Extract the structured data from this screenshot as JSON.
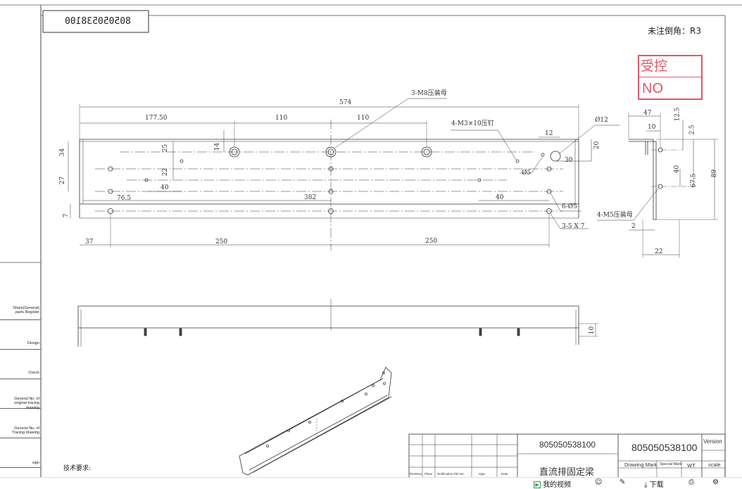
{
  "drawing_number_box": "805050538100",
  "corner_note": "未注倒角：R3",
  "stamp": {
    "line1": "受控",
    "line2": "NO"
  },
  "front_view": {
    "overall": "574",
    "d177": "177.50",
    "d110a": "110",
    "d110b": "110",
    "callout_m8": "3-M8压装母",
    "callout_m3": "4-M3×10压钉",
    "d12": "12",
    "phi12": "Ø12",
    "d20": "20",
    "d30": "30",
    "d34": "34",
    "d25": "25",
    "d14": "14",
    "d22": "22",
    "d27": "27",
    "d40a": "40",
    "phi5": "Ø5",
    "d765": "76.5",
    "d382": "382",
    "d40b": "40",
    "callout_6phi5": "6-Ø5",
    "d7": "7",
    "callout_3x5": "3-5 X 7",
    "d37": "37",
    "d250a": "250",
    "d250b": "250"
  },
  "side_view": {
    "d47": "47",
    "d10": "10",
    "d125": "12.5",
    "d25": "2.5",
    "d40": "40",
    "d675": "67.5",
    "d89": "89",
    "callout_m5": "4-M5压装母",
    "d2": "2",
    "d22": "22"
  },
  "bottom_view": {
    "d10": "10"
  },
  "left_panel": [
    {
      "label": "Share(General)\nparts Register"
    },
    {
      "label": "Design"
    },
    {
      "label": "Check"
    },
    {
      "label": "General No. of\noriginal tracing drawing"
    },
    {
      "label": "General No. of\nTracing drawing"
    },
    {
      "label": "sign"
    }
  ],
  "tech_req": "技术要求:",
  "title_block": {
    "drawing_no_small": "805050538100",
    "drawing_no_large": "805050538100",
    "version_label": "Version",
    "part_name": "直流排固定梁",
    "drawing_mark": "Drawing Mark",
    "special_mark": "Special Mark",
    "wt": "WT",
    "scale": "scale",
    "rev_headers": [
      "Revision",
      "Place",
      "Notification File No.",
      "Sign",
      "Date"
    ]
  },
  "bottom_bar": {
    "my_video": "我的视频",
    "download": "下载"
  }
}
